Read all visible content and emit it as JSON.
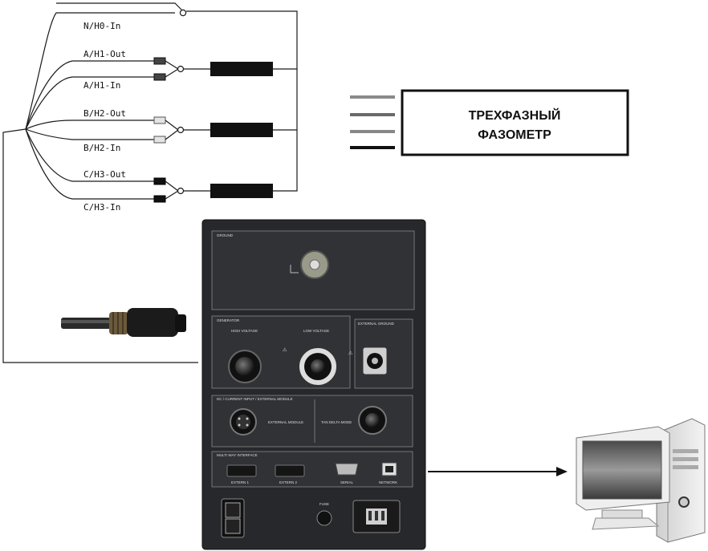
{
  "cable_labels": {
    "n_in": "N/H0-In",
    "a_out": "A/H1-Out",
    "a_in": "A/H1-In",
    "b_out": "B/H2-Out",
    "b_in": "B/H2-In",
    "c_out": "C/H3-Out",
    "c_in": "C/H3-In"
  },
  "phase_meter": {
    "line1": "ТРЕХФАЗНЫЙ",
    "line2": "ФАЗОМЕТР"
  },
  "device_panel": {
    "section_top": "GROUND",
    "section_gen": "GENERATOR",
    "high_voltage": "HIGH VOLTAGE",
    "low_voltage": "LOW VOLTAGE",
    "external_ground": "EXTERNAL GROUND",
    "section_modules": "DC / CURRENT INPUT / EXTERNAL MODULE",
    "external_module": "EXTERNAL MODULE",
    "tan_delta": "TAN DELTA MODE",
    "section_interface": "MULTI WAY INTERFACE",
    "port1": "EXTERN 1",
    "port2": "EXTERN 2",
    "serial": "SERIAL",
    "network": "NETWORK",
    "fuse": "FUSE"
  },
  "colors": {
    "wire": "#1a1a1a",
    "panel": "#2a2c30",
    "panel_inner": "#34363a",
    "connector": "#111111"
  },
  "icons": {
    "computer": "computer-icon",
    "probe": "probe-plug-icon"
  }
}
